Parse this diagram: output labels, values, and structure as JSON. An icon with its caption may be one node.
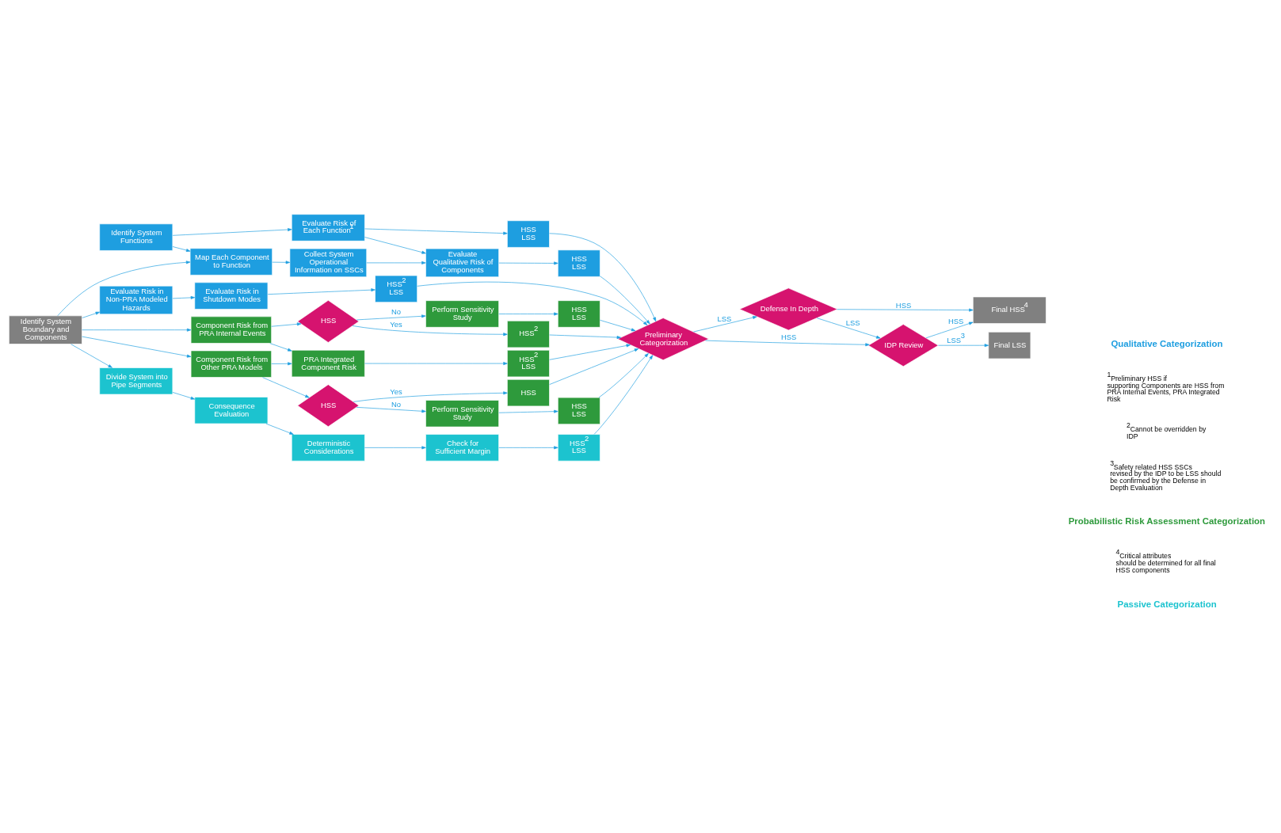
{
  "diagram": {
    "nodes": [
      {
        "text": [
          "Identify System Functions"
        ]
      },
      {
        "text": [
          "Evaluate Risk of Each Function$^{1}$"
        ]
      },
      {
        "text": [
          "HSS",
          "LSS"
        ]
      },
      {
        "text": [
          "Map Each Component to Function"
        ]
      },
      {
        "text": [
          "Collect System Operational Information on SSCs"
        ]
      },
      {
        "text": [
          "Evaluate Qualitative Risk of Components"
        ]
      },
      {
        "text": [
          "HSS",
          "LSS"
        ]
      },
      {
        "text": [
          "Evaluate Risk in Non-PRA Modeled Hazards"
        ]
      },
      {
        "text": [
          "Evaluate Risk in Shutdown Modes"
        ]
      },
      {
        "text": [
          "HSS$^{2}$",
          "LSS"
        ]
      },
      {
        "text": [
          "Perform Sensitivity Study"
        ]
      },
      {
        "text": [
          "HSS",
          "LSS"
        ]
      },
      {
        "text": [
          "Identify System Boundary and Components"
        ]
      },
      {
        "text": [
          "Component Risk from PRA Internal Events"
        ]
      },
      {
        "text": [
          "HSS"
        ]
      },
      {
        "text": [
          "HSS$^{2}$"
        ]
      },
      {
        "text": [
          "Preliminary Categorization"
        ]
      },
      {
        "text": [
          "PRA Integrated Component Risk"
        ]
      },
      {
        "text": [
          "HSS$^{2}$",
          "LSS"
        ]
      },
      {
        "text": [
          "Component Risk from Other PRA Models"
        ]
      },
      {
        "text": [
          "HSS"
        ]
      },
      {
        "text": [
          "HSS"
        ]
      },
      {
        "text": [
          "Perform Sensitivity Study"
        ]
      },
      {
        "text": [
          "HSS",
          "LSS"
        ]
      },
      {
        "text": [
          "Defense In Depth"
        ]
      },
      {
        "text": [
          "IDP Review"
        ]
      },
      {
        "text": [
          "Divide System into Pipe Segments"
        ]
      },
      {
        "text": [
          "Consequence Evaluation"
        ]
      },
      {
        "text": [
          "Deterministic Considerations"
        ]
      },
      {
        "text": [
          "Check for Sufficient Margin"
        ]
      },
      {
        "text": [
          "HSS$^{2}$",
          "LSS"
        ]
      },
      {
        "text": [
          "Final HSS$^{4}$"
        ]
      },
      {
        "text": [
          "Final LSS"
        ]
      }
    ],
    "edges": [
      {
        "from": 0,
        "to": 1,
        "arrow": "to"
      },
      {
        "from": 0,
        "to": 3,
        "arrow": "to"
      },
      {
        "from": 1,
        "to": 2,
        "arrow": "to"
      },
      {
        "from": 1,
        "to": 5,
        "arrow": "to"
      },
      {
        "from": 3,
        "to": 4,
        "arrow": "to"
      },
      {
        "from": 4,
        "to": 5,
        "arrow": "to"
      },
      {
        "from": 5,
        "to": 6,
        "arrow": "to"
      },
      {
        "from": 7,
        "to": 8,
        "arrow": "to"
      },
      {
        "from": 8,
        "to": 9,
        "arrow": "to"
      },
      {
        "from": 12,
        "to": 3,
        "arrow": "to"
      },
      {
        "from": 12,
        "to": 7,
        "arrow": "to"
      },
      {
        "from": 12,
        "to": 13,
        "arrow": "to"
      },
      {
        "from": 12,
        "to": 19,
        "arrow": "to"
      },
      {
        "from": 12,
        "to": 26,
        "arrow": "to"
      },
      {
        "from": 13,
        "to": 14,
        "arrow": "to"
      },
      {
        "from": 14,
        "to": 10,
        "label": "No",
        "arrow": "to"
      },
      {
        "from": 14,
        "to": 15,
        "label": "Yes",
        "arrow": "to"
      },
      {
        "from": 10,
        "to": 11,
        "arrow": "to"
      },
      {
        "from": 13,
        "to": 17,
        "arrow": "to"
      },
      {
        "from": 19,
        "to": 17,
        "arrow": "to"
      },
      {
        "from": 17,
        "to": 18,
        "arrow": "to"
      },
      {
        "from": 19,
        "to": 20,
        "arrow": "to"
      },
      {
        "from": 20,
        "to": 21,
        "label": "Yes",
        "arrow": "to"
      },
      {
        "from": 20,
        "to": 22,
        "label": "No",
        "arrow": "to"
      },
      {
        "from": 22,
        "to": 23,
        "arrow": "to"
      },
      {
        "from": 26,
        "to": 27,
        "arrow": "to"
      },
      {
        "from": 27,
        "to": 28,
        "arrow": "to"
      },
      {
        "from": 28,
        "to": 29,
        "arrow": "to"
      },
      {
        "from": 29,
        "to": 30,
        "arrow": "to"
      },
      {
        "from": 2,
        "to": 16,
        "arrow": "to"
      },
      {
        "from": 6,
        "to": 16,
        "arrow": "to"
      },
      {
        "from": 9,
        "to": 16,
        "arrow": "to"
      },
      {
        "from": 11,
        "to": 16,
        "arrow": "to"
      },
      {
        "from": 15,
        "to": 16,
        "arrow": "to"
      },
      {
        "from": 18,
        "to": 16,
        "arrow": "to"
      },
      {
        "from": 21,
        "to": 16,
        "arrow": "to"
      },
      {
        "from": 23,
        "to": 16,
        "arrow": "to"
      },
      {
        "from": 30,
        "to": 16,
        "arrow": "to"
      },
      {
        "from": 16,
        "to": 24,
        "label": "LSS",
        "arrow": "to"
      },
      {
        "from": 16,
        "to": 25,
        "label": "HSS",
        "arrow": "to"
      },
      {
        "from": 24,
        "to": 25,
        "label": "LSS",
        "arrow": "to"
      },
      {
        "from": 24,
        "to": 31,
        "label": "HSS",
        "arrow": "to"
      },
      {
        "from": 25,
        "to": 31,
        "label": "HSS",
        "arrow": "to"
      },
      {
        "from": 25,
        "to": 32,
        "label": "LSS$^{3}$",
        "arrow": "to"
      }
    ],
    "labels": [
      "Qualitative Categorization",
      "$^{1}$Preliminary HSS if supporting Components are HSS from PRA Internal Events, PRA Integrated Risk",
      "$^{2}$Cannot be overridden by IDP",
      "$^{3}$Safety related HSS SSCs revised by the IDP to be LSS should be confirmed by the Defense in Depth Evaluation",
      "Probabilistic Risk Assessment Categorization",
      "$^{4}$Critical attributes should be determined for all final HSS components",
      "Passive Categorization"
    ]
  }
}
